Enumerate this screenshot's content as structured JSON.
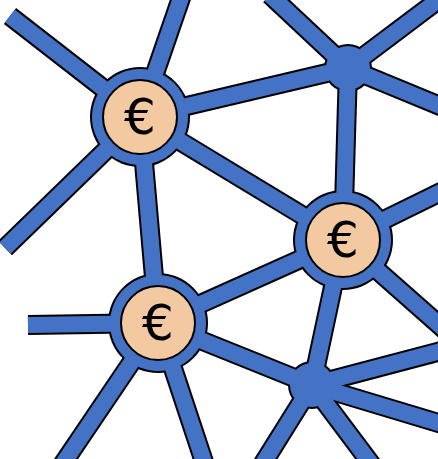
{
  "diagram": {
    "nodes": [
      {
        "text": [
          "€"
        ]
      },
      {
        "text": [
          "€"
        ]
      },
      {
        "text": [
          "€"
        ]
      }
    ],
    "edges": [
      {
        "from": 0,
        "to": 2,
        "arrow": "none"
      },
      {
        "from": 0,
        "to": 1,
        "arrow": "none"
      },
      {
        "from": 2,
        "to": 1,
        "arrow": "none"
      }
    ]
  }
}
